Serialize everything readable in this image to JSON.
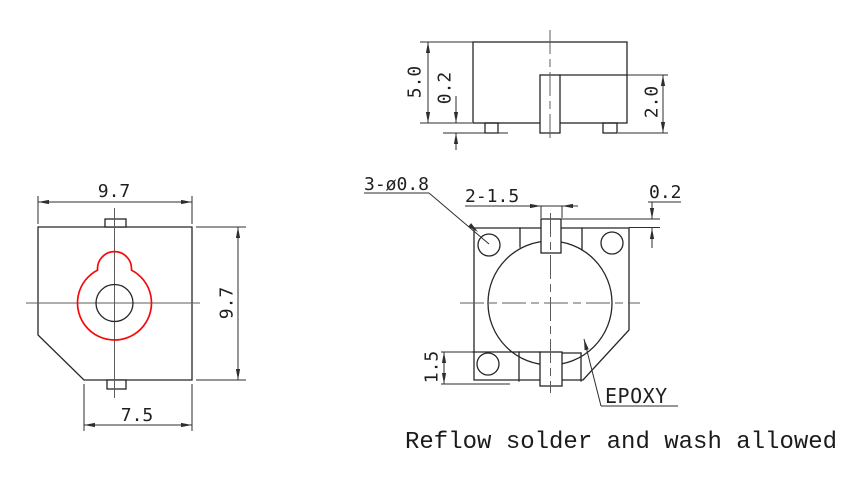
{
  "drawing": {
    "caption": "Reflow solder and wash allowed",
    "colors": {
      "line": "#262626",
      "centerline": "#5d5d5d",
      "red_outline": "#f30b0b"
    },
    "top_view": {
      "width_top": "9.7",
      "height_right": "9.7",
      "width_bottom": "7.5"
    },
    "side_view": {
      "body_height": "5.0",
      "standoff": "0.2",
      "terminal_height": "2.0"
    },
    "bottom_view": {
      "holes_label": "3-ø0.8",
      "pads_label": "2-1.5",
      "pad_protrusion": "0.2",
      "pad_strip": "1.5",
      "epoxy_label": "EPOXY"
    }
  }
}
